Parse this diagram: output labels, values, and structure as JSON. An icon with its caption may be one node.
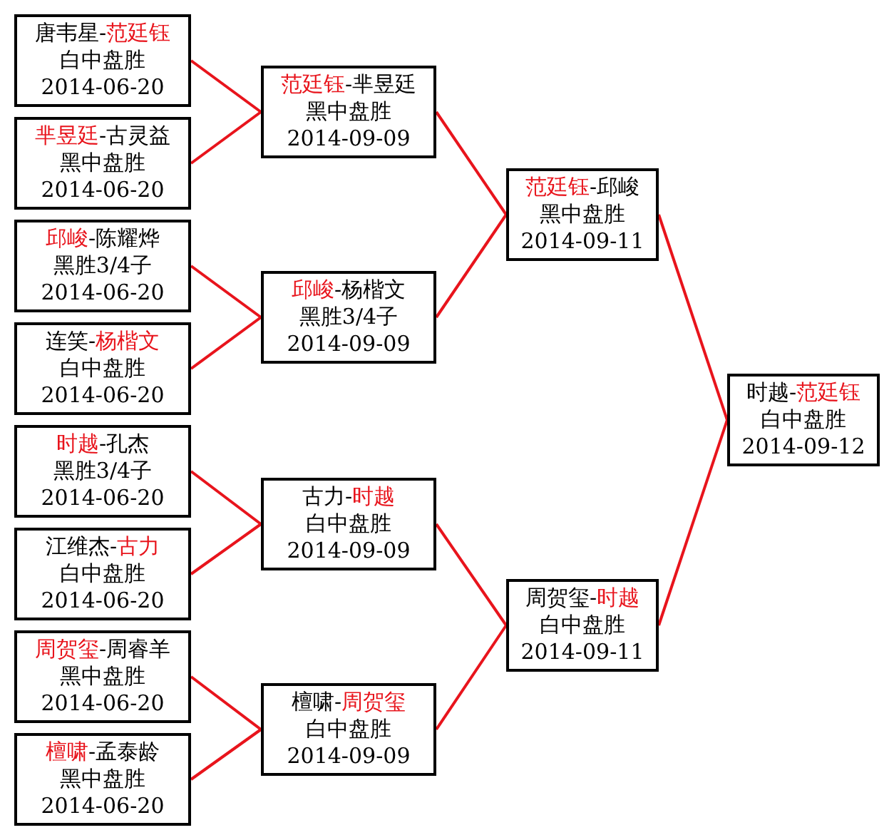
{
  "diagram": {
    "nodes": [
      {
        "text": [
          "唐韦星-",
          "范廷钰",
          "白中盘胜",
          "2014-06-20"
        ]
      },
      {
        "text": [
          "芈昱廷",
          "-古灵益",
          "黑中盘胜",
          "2014-06-20"
        ]
      },
      {
        "text": [
          "邱峻",
          "-陈耀烨",
          "黑胜3/4子",
          "2014-06-20"
        ]
      },
      {
        "text": [
          "连笑-",
          "杨楷文",
          "白中盘胜",
          "2014-06-20"
        ]
      },
      {
        "text": [
          "时越",
          "-孔杰",
          "黑胜3/4子",
          "2014-06-20"
        ]
      },
      {
        "text": [
          "江维杰-",
          "古力",
          "白中盘胜",
          "2014-06-20"
        ]
      },
      {
        "text": [
          "周贺玺",
          "-周睿羊",
          "黑中盘胜",
          "2014-06-20"
        ]
      },
      {
        "text": [
          "檀啸",
          "-孟泰龄",
          "黑中盘胜",
          "2014-06-20"
        ]
      },
      {
        "text": [
          "范廷钰",
          "-芈昱廷",
          "黑中盘胜",
          "2014-09-09"
        ]
      },
      {
        "text": [
          "邱峻",
          "-杨楷文",
          "黑胜3/4子",
          "2014-09-09"
        ]
      },
      {
        "text": [
          "古力-",
          "时越",
          "白中盘胜",
          "2014-09-09"
        ]
      },
      {
        "text": [
          "檀啸-",
          "周贺玺",
          "白中盘胜",
          "2014-09-09"
        ]
      },
      {
        "text": [
          "范廷钰",
          "-邱峻",
          "黑中盘胜",
          "2014-09-11"
        ]
      },
      {
        "text": [
          "周贺玺-",
          "时越",
          "白中盘胜",
          "2014-09-11"
        ]
      },
      {
        "text": [
          "时越-",
          "范廷钰",
          "白中盘胜",
          "2014-09-12"
        ]
      }
    ],
    "edges": [
      {
        "from": 0,
        "to": 8,
        "arrow": "none"
      },
      {
        "from": 1,
        "to": 8,
        "arrow": "none"
      },
      {
        "from": 2,
        "to": 9,
        "arrow": "none"
      },
      {
        "from": 3,
        "to": 9,
        "arrow": "none"
      },
      {
        "from": 4,
        "to": 10,
        "arrow": "none"
      },
      {
        "from": 5,
        "to": 10,
        "arrow": "none"
      },
      {
        "from": 6,
        "to": 11,
        "arrow": "none"
      },
      {
        "from": 7,
        "to": 11,
        "arrow": "none"
      },
      {
        "from": 8,
        "to": 12,
        "arrow": "none"
      },
      {
        "from": 9,
        "to": 12,
        "arrow": "none"
      },
      {
        "from": 10,
        "to": 13,
        "arrow": "none"
      },
      {
        "from": 11,
        "to": 13,
        "arrow": "none"
      },
      {
        "from": 12,
        "to": 14,
        "arrow": "none"
      },
      {
        "from": 13,
        "to": 14,
        "arrow": "none"
      }
    ]
  }
}
